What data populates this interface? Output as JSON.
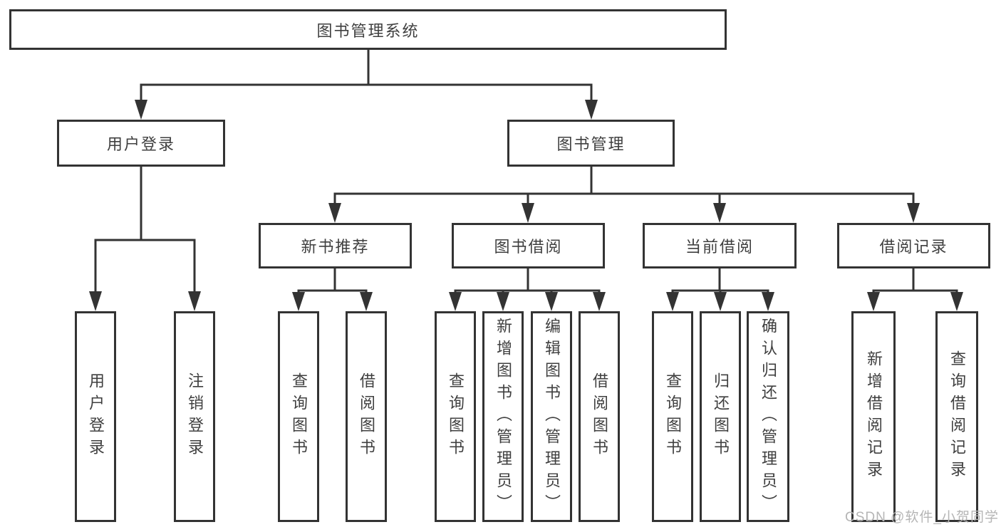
{
  "diagram": {
    "type": "hierarchy-tree",
    "root": {
      "label": "图书管理系统",
      "children": [
        {
          "label": "用户登录",
          "children": [
            {
              "label": "用户登录"
            },
            {
              "label": "注销登录"
            }
          ]
        },
        {
          "label": "图书管理",
          "children": [
            {
              "label": "新书推荐",
              "children": [
                {
                  "label": "查询图书"
                },
                {
                  "label": "借阅图书"
                }
              ]
            },
            {
              "label": "图书借阅",
              "children": [
                {
                  "label": "查询图书"
                },
                {
                  "label": "新增图书（管理员）"
                },
                {
                  "label": "编辑图书（管理员）"
                },
                {
                  "label": "借阅图书"
                }
              ]
            },
            {
              "label": "当前借阅",
              "children": [
                {
                  "label": "查询图书"
                },
                {
                  "label": "归还图书"
                },
                {
                  "label": "确认归还（管理员）"
                }
              ]
            },
            {
              "label": "借阅记录",
              "children": [
                {
                  "label": "新增借阅记录"
                },
                {
                  "label": "查询借阅记录"
                }
              ]
            }
          ]
        }
      ]
    },
    "watermark": "CSDN @软件_小贺同学",
    "colors": {
      "line": "#333333",
      "box_border": "#333333",
      "text": "#3f3f3f",
      "watermark": "#b5b5b5",
      "background": "#ffffff"
    }
  }
}
